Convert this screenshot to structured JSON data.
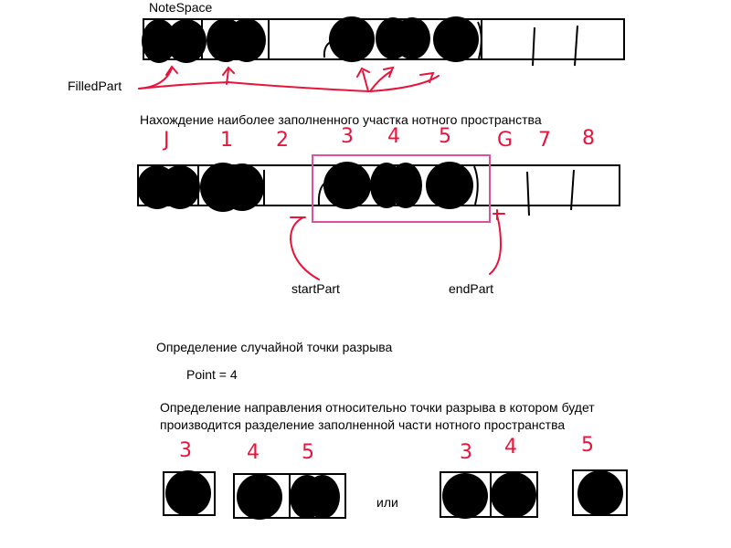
{
  "labels": {
    "note_space": "NoteSpace",
    "filled_part": "FilledPart",
    "heading_find": "Нахождение наиболее заполненного участка нотного пространства",
    "start_part": "startPart",
    "end_part": "endPart",
    "heading_break": "Определение случайной точки разрыва",
    "point": "Point = 4",
    "heading_direction_line1": "Определение направления относительно точки разрыва в котором будет",
    "heading_direction_line2": "производится разделение заполненной части нотного пространства",
    "or": "или"
  },
  "index_numbers": [
    "J",
    "1",
    "2",
    "3",
    "4",
    "5",
    "G",
    "7",
    "8"
  ],
  "bottom_numbers": {
    "left": [
      "3",
      "4",
      "5"
    ],
    "right": [
      "3",
      "4",
      "5"
    ]
  },
  "colors": {
    "ink": "#000000",
    "annotation": "#e8143c",
    "highlight_box": "#e0509a"
  }
}
